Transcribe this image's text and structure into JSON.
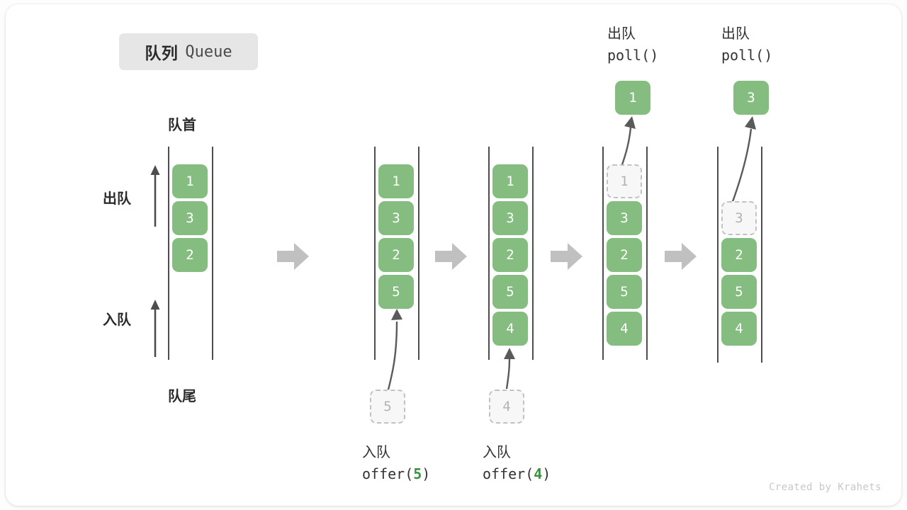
{
  "meta": {
    "credit": "Created by Krahets",
    "accent_green": "#85bd81",
    "accent_green_text": "#3f9142",
    "ghost_fill": "#f7f7f7",
    "ghost_border": "#c2c2c2",
    "rail_color": "#4d4d4d",
    "flow_arrow_color": "#c0c0c0",
    "badge_bg": "#e6e6e6"
  },
  "title": {
    "cn": "队列",
    "en": "Queue"
  },
  "labels": {
    "head": "队首",
    "tail": "队尾",
    "dequeue": "出队",
    "enqueue": "入队"
  },
  "ops": {
    "offer5": {
      "cn": "入队",
      "fn_open": "offer(",
      "arg": "5",
      "fn_close": ")"
    },
    "offer4": {
      "cn": "入队",
      "fn_open": "offer(",
      "arg": "4",
      "fn_close": ")"
    },
    "poll1": {
      "cn": "出队",
      "fn": "poll()"
    },
    "poll2": {
      "cn": "出队",
      "fn": "poll()"
    }
  },
  "chart_data": {
    "type": "diagram",
    "title": "队列 Queue",
    "description": "Queue operations: offer(5), offer(4), poll(), poll(). Front of queue at top, rear at bottom.",
    "stages": [
      {
        "id": "stage-1",
        "items": [
          "1",
          "3",
          "2"
        ],
        "ghost": null,
        "ghost_index": null,
        "popped": null,
        "op": null
      },
      {
        "id": "stage-2",
        "items": [
          "1",
          "3",
          "2",
          "5"
        ],
        "ghost": "5",
        "ghost_index": null,
        "popped": null,
        "op": "offer(5)"
      },
      {
        "id": "stage-3",
        "items": [
          "1",
          "3",
          "2",
          "5",
          "4"
        ],
        "ghost": "4",
        "ghost_index": null,
        "popped": null,
        "op": "offer(4)"
      },
      {
        "id": "stage-4",
        "items": [
          "3",
          "2",
          "5",
          "4"
        ],
        "ghost": "1",
        "ghost_index": 0,
        "popped": "1",
        "op": "poll()"
      },
      {
        "id": "stage-5",
        "items": [
          "2",
          "5",
          "4"
        ],
        "ghost": "3",
        "ghost_index": 1,
        "popped": "3",
        "op": "poll()"
      }
    ]
  },
  "stage1": {
    "cells": [
      "1",
      "3",
      "2"
    ]
  },
  "stage2": {
    "cells": [
      "1",
      "3",
      "2",
      "5"
    ],
    "ghost": "5"
  },
  "stage3": {
    "cells": [
      "1",
      "3",
      "2",
      "5",
      "4"
    ],
    "ghost": "4"
  },
  "stage4": {
    "ghost": "1",
    "cells": [
      "3",
      "2",
      "5",
      "4"
    ],
    "popped": "1"
  },
  "stage5": {
    "ghost": "3",
    "cells": [
      "2",
      "5",
      "4"
    ],
    "popped": "3"
  }
}
